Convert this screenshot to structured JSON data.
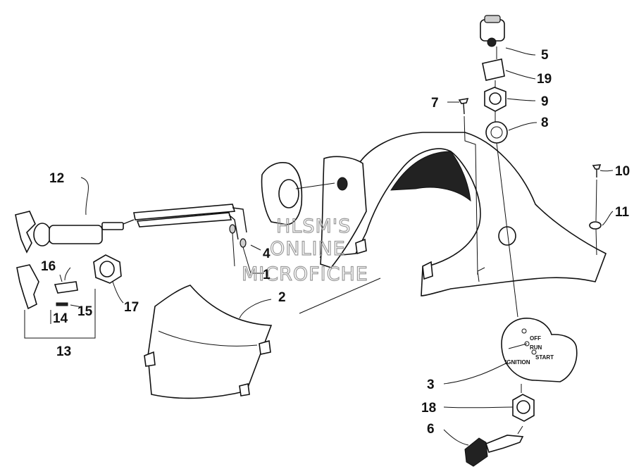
{
  "callouts": {
    "c1": "1",
    "c2": "2",
    "c3": "3",
    "c4": "4",
    "c5": "5",
    "c6": "6",
    "c7": "7",
    "c8": "8",
    "c9": "9",
    "c10": "10",
    "c11": "11",
    "c12": "12",
    "c13": "13",
    "c14": "14",
    "c15": "15",
    "c16": "16",
    "c17": "17",
    "c18": "18",
    "c19": "19"
  },
  "ignition_plate": {
    "off": "OFF",
    "run": "RUN",
    "start": "START",
    "ignition": "IGNITION"
  },
  "watermark": {
    "line1": "HLSM'S",
    "line2": "ONLINE",
    "line3": "MICROFICHE"
  }
}
